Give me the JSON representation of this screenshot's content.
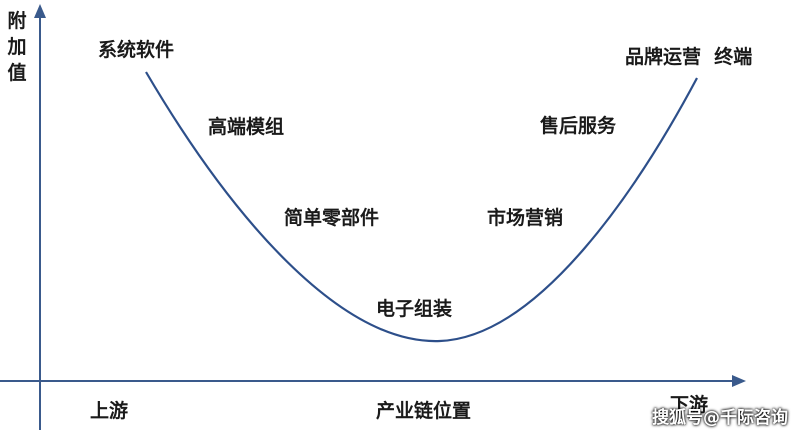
{
  "y_axis_label": "附加值",
  "x_axis_label": "产业链位置",
  "x_start_label": "上游",
  "x_end_label": "下游",
  "curve_labels": {
    "system_software": "系统软件",
    "high_end_modules": "高端模组",
    "simple_parts": "简单零部件",
    "assembly": "电子组装",
    "marketing": "市场营销",
    "after_sales": "售后服务",
    "brand_terminal": "品牌运营  终端"
  },
  "watermark": "搜狐号@千际咨询",
  "colors": {
    "axis": "#3a5a8c",
    "curve": "#2d4f8a",
    "text": "#1a1a1a"
  }
}
